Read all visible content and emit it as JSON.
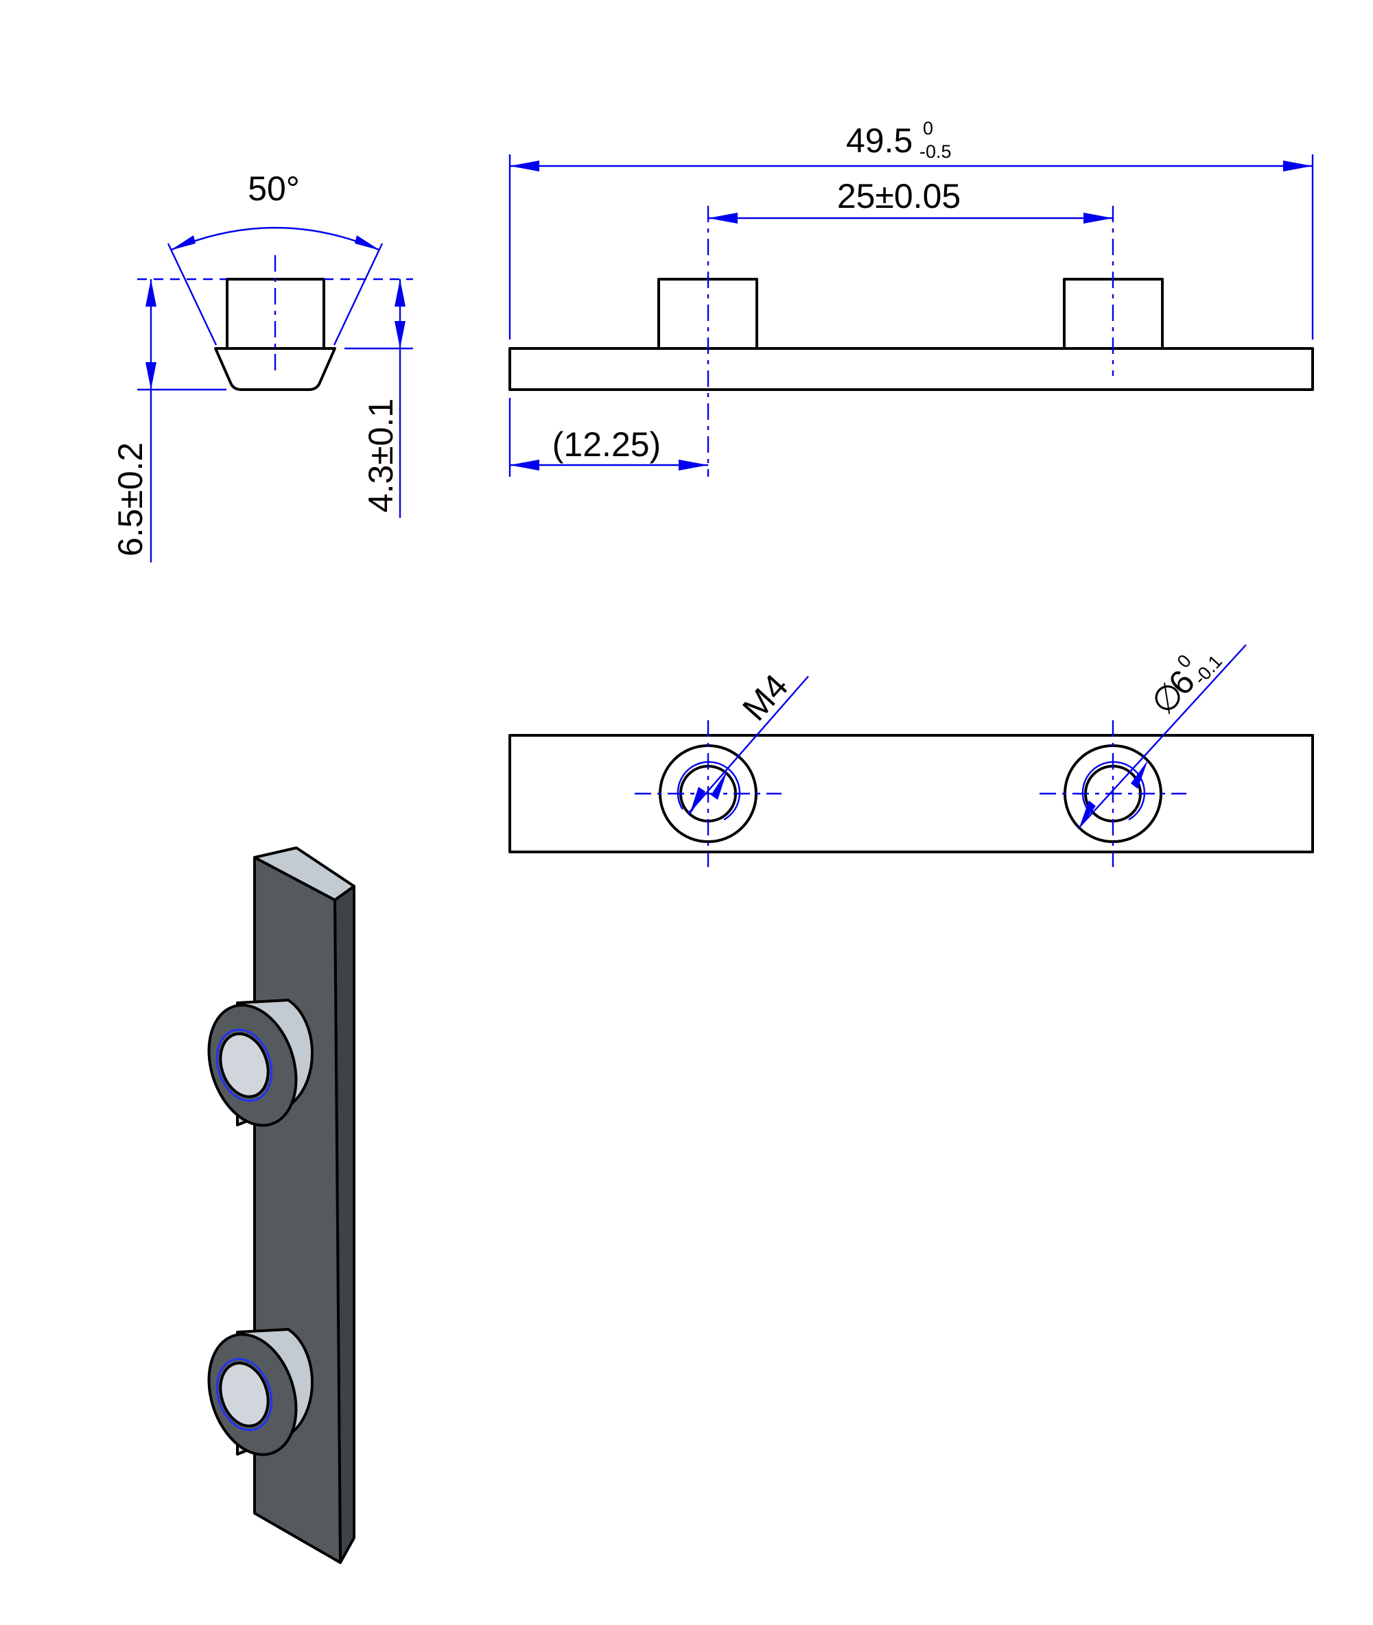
{
  "colors": {
    "dimension": "#0000ee",
    "outline": "#000000",
    "body_dark": "#555a5f",
    "boss_light": "#c3cbd2"
  },
  "dimensions": {
    "angle": "50°",
    "total_height": "6.5±0.2",
    "boss_height": "4.3±0.1",
    "overall_length_main": "49.5",
    "overall_length_upper": "0",
    "overall_length_lower": "-0.5",
    "hole_spacing": "25±0.05",
    "edge_offset": "(12.25)",
    "thread": "M4",
    "boss_diameter_main": "6",
    "boss_diameter_upper": "0",
    "boss_diameter_lower": "-0.1",
    "diameter_symbol": "∅"
  }
}
